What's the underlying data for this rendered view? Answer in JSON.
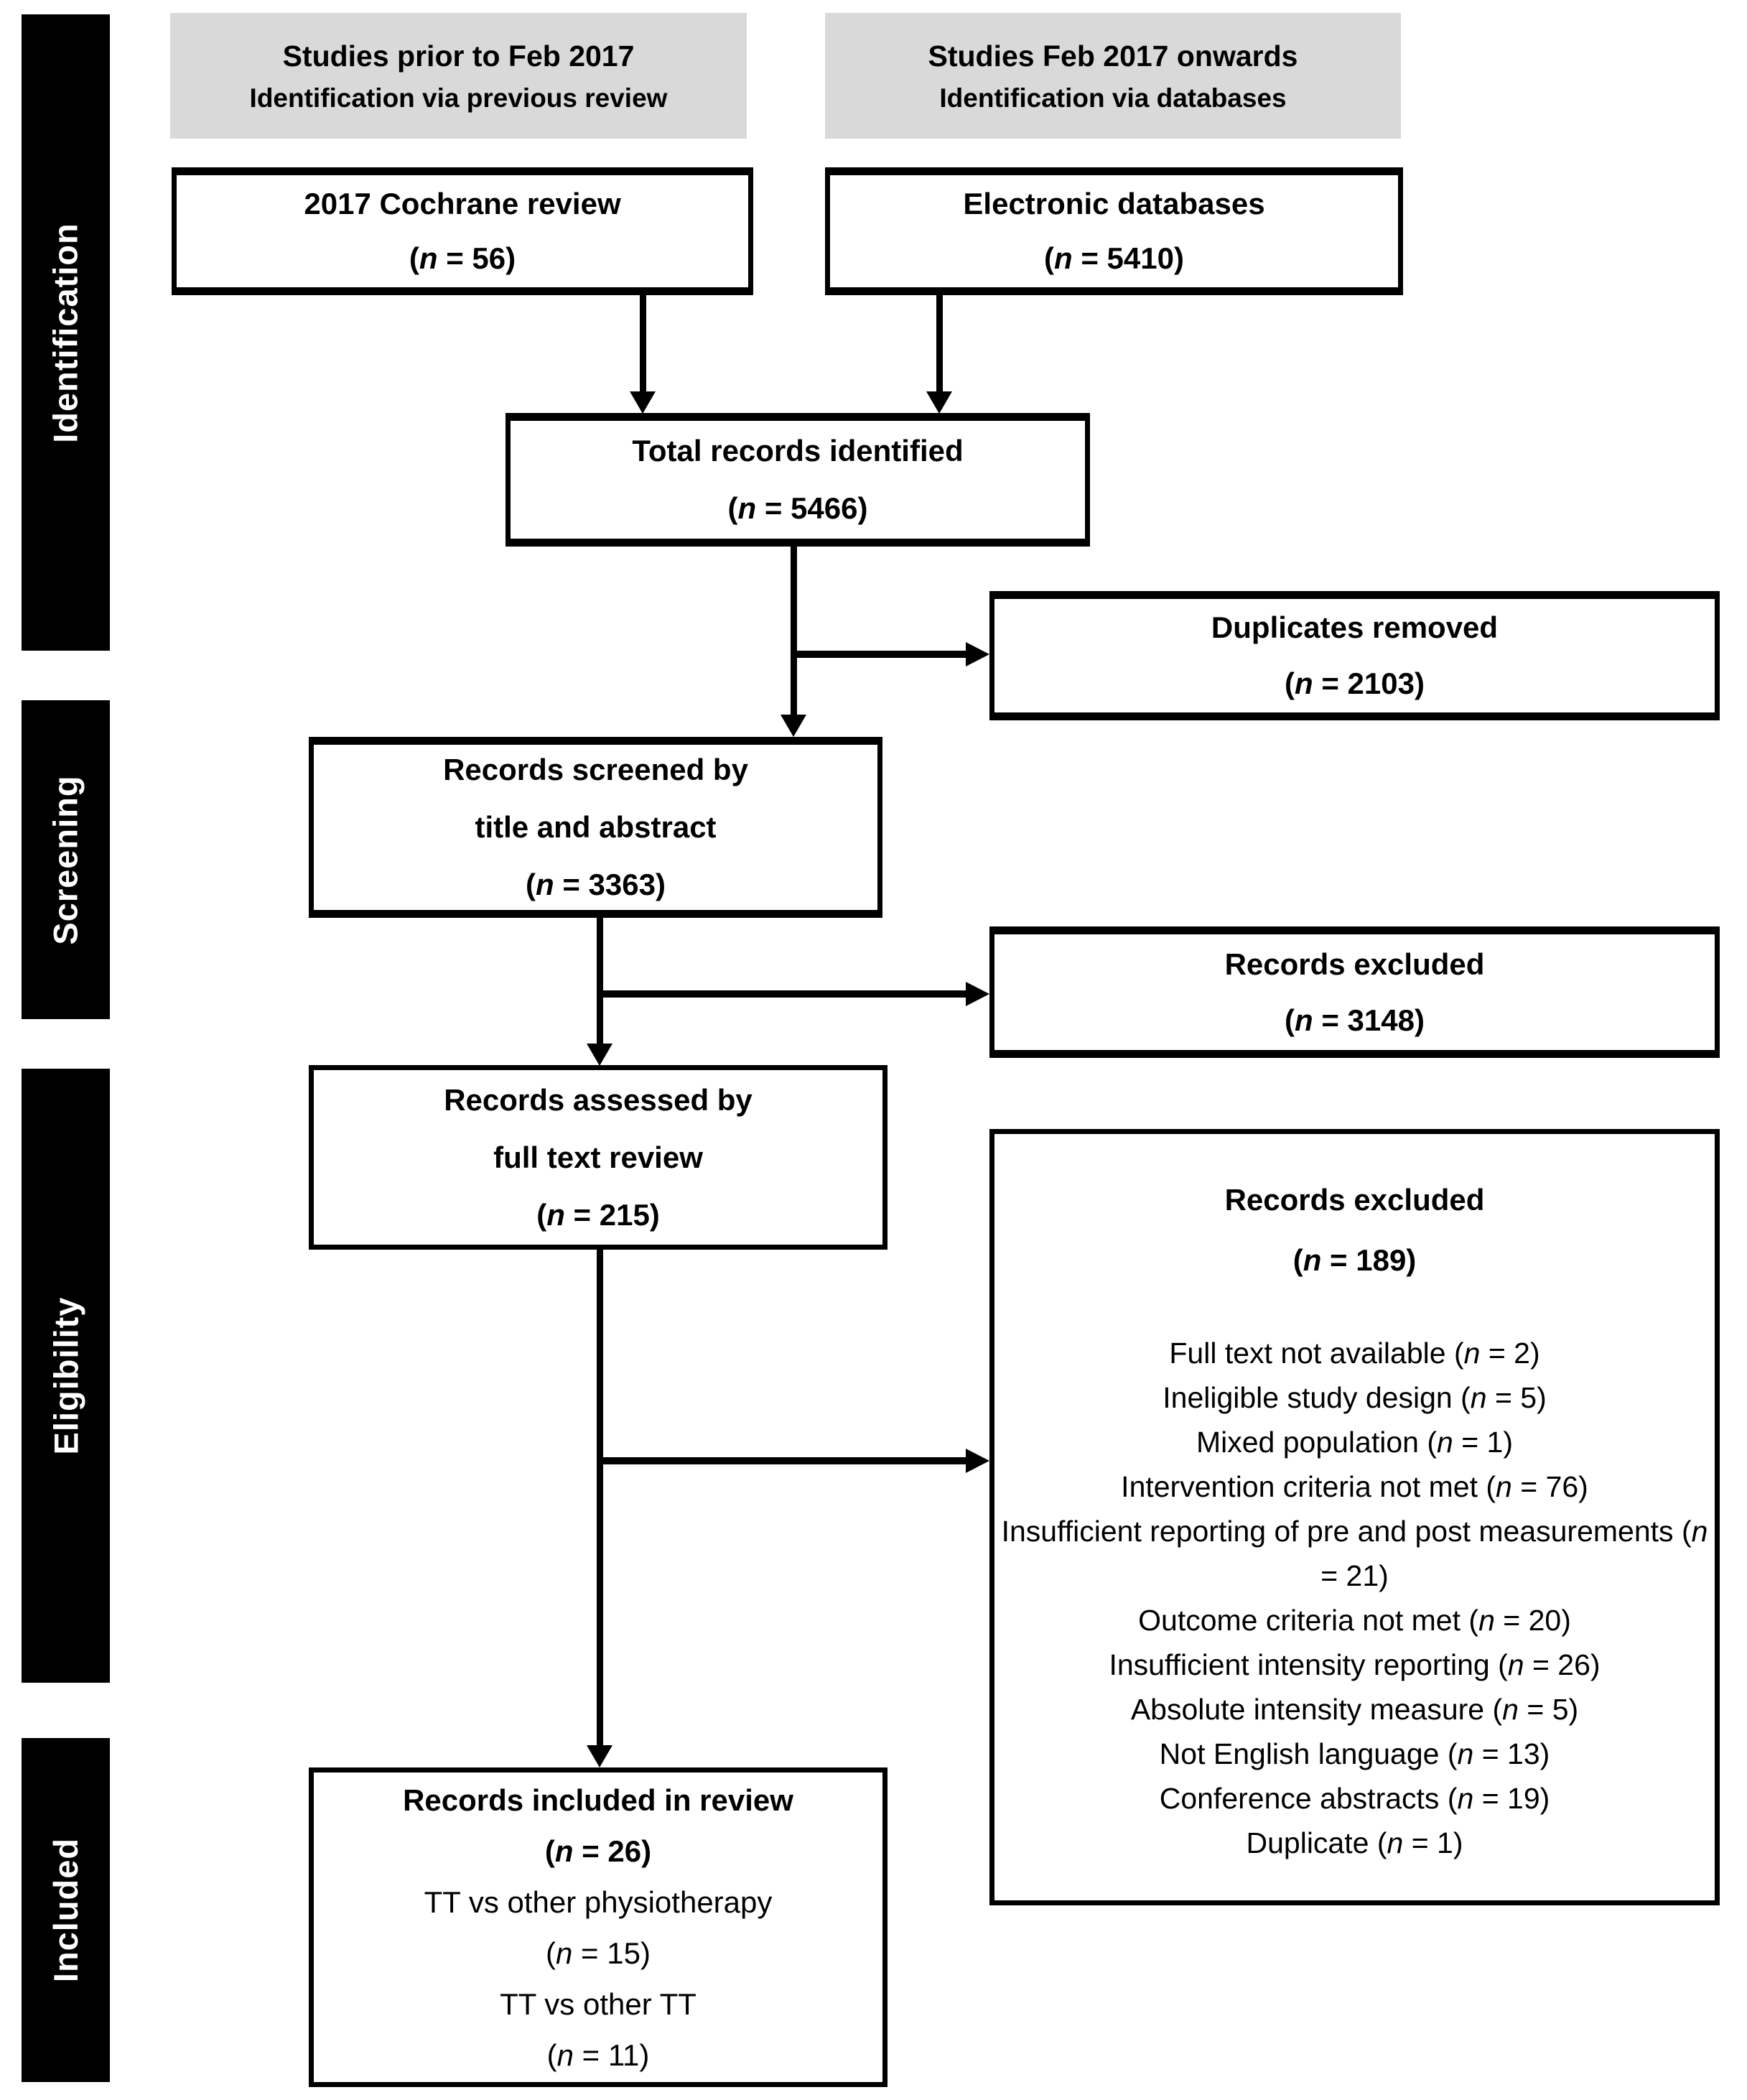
{
  "format": {
    "open_paren": "(",
    "n_var": "n",
    "equals": " = ",
    "close_paren": ")"
  },
  "palette": {
    "box_border": "#000000",
    "box_fill": "#ffffff",
    "stage_fill": "#000000",
    "stage_text": "#ffffff",
    "header_fill": "#d9d9d9",
    "text": "#000000",
    "line": "#000000"
  },
  "sidebar": {
    "stages": [
      {
        "label": "Identification"
      },
      {
        "label": "Screening"
      },
      {
        "label": "Eligibility"
      },
      {
        "label": "Included"
      }
    ]
  },
  "headers": {
    "left": {
      "line1": "Studies prior to Feb 2017",
      "line2": "Identification via previous review"
    },
    "right": {
      "line1": "Studies Feb 2017 onwards",
      "line2": "Identification via databases"
    }
  },
  "flow": {
    "cochrane": {
      "rows": [
        {
          "text": "2017 Cochrane review",
          "bold": true
        },
        {
          "n": "56",
          "bold": true
        }
      ]
    },
    "electronic": {
      "rows": [
        {
          "text": "Electronic databases",
          "bold": true
        },
        {
          "n": "5410",
          "bold": true
        }
      ]
    },
    "total": {
      "rows": [
        {
          "text": "Total records identified",
          "bold": true
        },
        {
          "n": "5466",
          "bold": true
        }
      ]
    },
    "duplicates": {
      "rows": [
        {
          "text": "Duplicates removed",
          "bold": true
        },
        {
          "n": "2103",
          "bold": true
        }
      ]
    },
    "screened": {
      "rows": [
        {
          "text": "Records screened by",
          "bold": true
        },
        {
          "text": "title and abstract",
          "bold": true
        },
        {
          "n": "3363",
          "bold": true
        }
      ]
    },
    "excluded_screening": {
      "rows": [
        {
          "text": "Records excluded",
          "bold": true
        },
        {
          "n": "3148",
          "bold": true
        }
      ]
    },
    "assessed": {
      "rows": [
        {
          "text": "Records assessed by",
          "bold": true
        },
        {
          "text": "full text review",
          "bold": true
        },
        {
          "n": "215",
          "bold": true
        }
      ]
    },
    "excluded_fulltext": {
      "title_rows": [
        {
          "text": "Records excluded",
          "bold": true
        },
        {
          "n": "189",
          "bold": true
        }
      ],
      "reason_rows": [
        {
          "text": "Full text not available",
          "n": "2"
        },
        {
          "text": "Ineligible study design",
          "n": "5"
        },
        {
          "text": "Mixed population",
          "n": "1"
        },
        {
          "text": "Intervention criteria not met",
          "n": "76"
        },
        {
          "text": "Insufficient reporting of pre and post measurements",
          "n": "21"
        },
        {
          "text": "Outcome criteria not met",
          "n": "20"
        },
        {
          "text": "Insufficient intensity reporting",
          "n": "26"
        },
        {
          "text": "Absolute intensity measure",
          "n": "5"
        },
        {
          "text": "Not English language",
          "n": "13"
        },
        {
          "text": "Conference abstracts",
          "n": "19"
        },
        {
          "text": "Duplicate",
          "n": "1"
        }
      ]
    },
    "included": {
      "rows": [
        {
          "text": "Records included in review",
          "bold": true
        },
        {
          "n": "26",
          "bold": true
        },
        {
          "text": "TT vs other physiotherapy"
        },
        {
          "n": "15"
        },
        {
          "text": "TT vs other TT"
        },
        {
          "n": "11"
        }
      ]
    }
  }
}
